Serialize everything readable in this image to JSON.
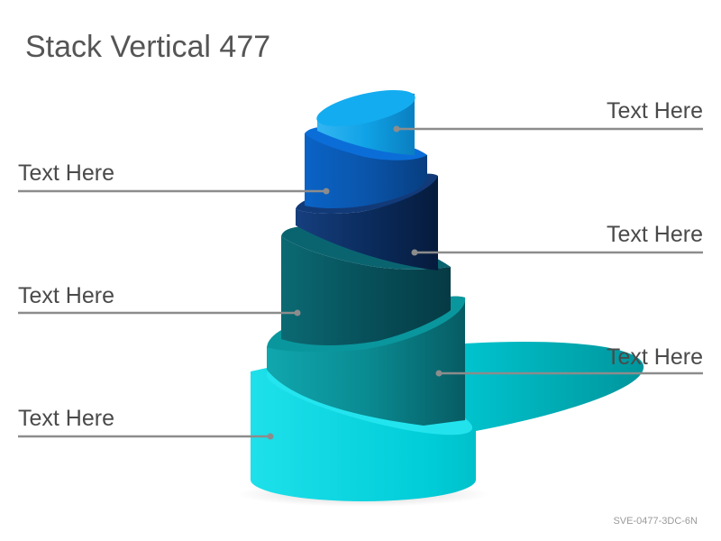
{
  "title": "Stack Vertical 477",
  "code": "SVE-0477-3DC-6N",
  "labels": {
    "l1": "Text Here",
    "r1": "Text Here",
    "l2": "Text Here",
    "r2": "Text Here",
    "l3": "Text Here",
    "r3": "Text Here"
  },
  "colors": {
    "tier1": "#0ea5e9",
    "tier2": "#0b5fbf",
    "tier3": "#0b2f63",
    "tier4": "#0a5560",
    "tier5": "#0a8f96",
    "tier6": "#1ad4e0",
    "connector": "#8c8c8c"
  }
}
